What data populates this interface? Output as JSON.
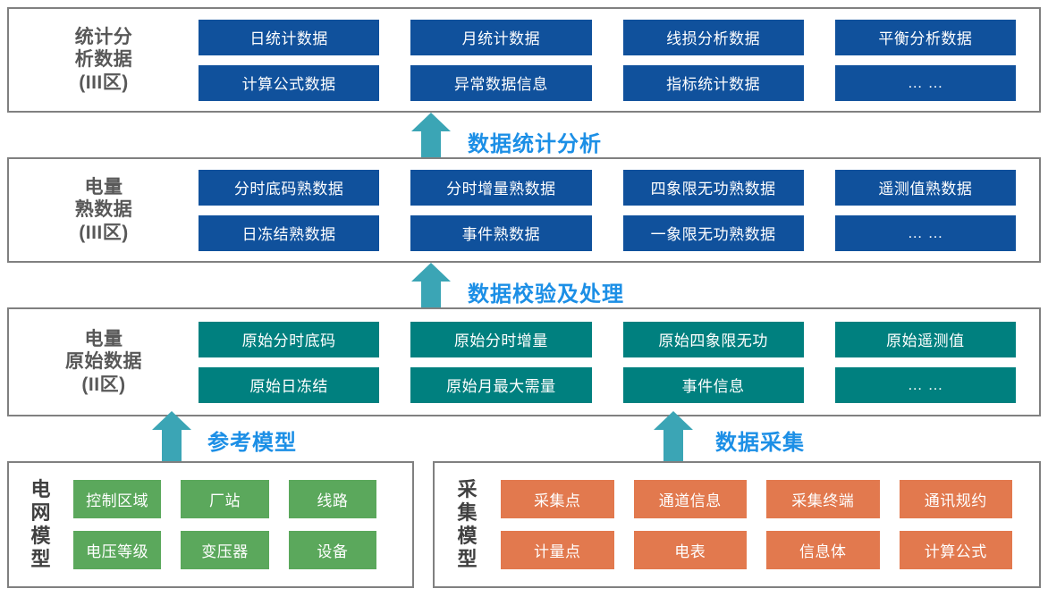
{
  "colors": {
    "blue_box": "#10519C",
    "teal_box": "#00807F",
    "green_box": "#5BA85C",
    "orange_box": "#E2794E",
    "arrow": "#3BA5B5",
    "connector_text": "#1C8FE6",
    "band_border": "#808080",
    "band_label_text": "#585858"
  },
  "bands": [
    {
      "id": "statistics-analysis-data",
      "label": "统计分\n析数据\n(III区)",
      "label_lines": [
        "统计分",
        "析数据",
        "(III区)"
      ],
      "box_style": "blue",
      "cells": [
        "日统计数据",
        "月统计数据",
        "线损分析数据",
        "平衡分析数据",
        "计算公式数据",
        "异常数据信息",
        "指标统计数据",
        "… …"
      ]
    },
    {
      "id": "power-cooked-data",
      "label": "电量\n熟数据\n(III区)",
      "label_lines": [
        "电量",
        "熟数据",
        "(III区)"
      ],
      "box_style": "blue",
      "cells": [
        "分时底码熟数据",
        "分时增量熟数据",
        "四象限无功熟数据",
        "遥测值熟数据",
        "日冻结熟数据",
        "事件熟数据",
        "一象限无功熟数据",
        "… …"
      ]
    },
    {
      "id": "power-raw-data",
      "label": "电量\n原始数据\n(II区)",
      "label_lines": [
        "电量",
        "原始数据",
        "(II区)"
      ],
      "box_style": "teal",
      "cells": [
        "原始分时底码",
        "原始分时增量",
        "原始四象限无功",
        "原始遥测值",
        "原始日冻结",
        "原始月最大需量",
        "事件信息",
        "… …"
      ]
    }
  ],
  "connectors": [
    {
      "id": "data-statistics-analysis",
      "label": "数据统计分析"
    },
    {
      "id": "data-validation-processing",
      "label": "数据校验及处理"
    },
    {
      "id": "reference-model",
      "label": "参考模型"
    },
    {
      "id": "data-acquisition",
      "label": "数据采集"
    }
  ],
  "models": [
    {
      "id": "grid-model",
      "label_lines": [
        "电",
        "网",
        "模",
        "型"
      ],
      "box_style": "green",
      "columns": 3,
      "cells": [
        "控制区域",
        "厂站",
        "线路",
        "电压等级",
        "变压器",
        "设备"
      ]
    },
    {
      "id": "acquisition-model",
      "label_lines": [
        "采",
        "集",
        "模",
        "型"
      ],
      "box_style": "orange",
      "columns": 4,
      "cells": [
        "采集点",
        "通道信息",
        "采集终端",
        "通讯规约",
        "计量点",
        "电表",
        "信息体",
        "计算公式"
      ]
    }
  ]
}
